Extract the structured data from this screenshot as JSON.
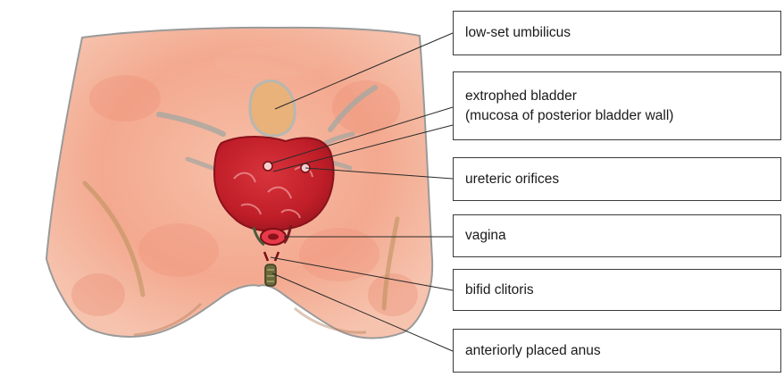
{
  "labels": {
    "umbilicus": "low-set umbilicus",
    "bladder_line1": "extrophed bladder",
    "bladder_line2": "(mucosa of posterior bladder wall)",
    "ureteric": "ureteric orifices",
    "vagina": "vagina",
    "clitoris": "bifid clitoris",
    "anus": "anteriorly placed anus"
  },
  "colors": {
    "skin": "#f2a88e",
    "skin_light": "#f7c4b0",
    "outline": "#9a9a9a",
    "bladder": "#c8202a",
    "bladder_dark": "#9b1620",
    "umbilicus": "#e8b27a",
    "leader_line": "#2a2a2a"
  }
}
